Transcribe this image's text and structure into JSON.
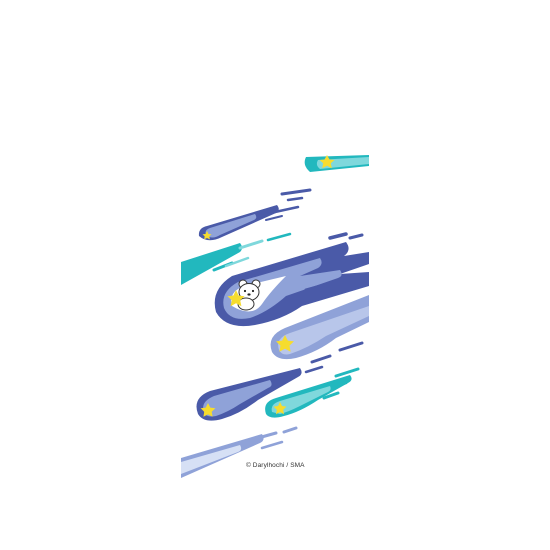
{
  "artwork": {
    "subject": "polar bear riding a comet among shooting stars",
    "icons": [
      "comet",
      "star",
      "polar-bear"
    ]
  },
  "copyright": "© Darylhochi / SMA",
  "colors": {
    "background": "#ffffff",
    "navy": "#4a5aa8",
    "periwinkle": "#8fa2d8",
    "lavender": "#b8c6ea",
    "pale_blue": "#d6e0f5",
    "teal": "#22b8be",
    "aqua": "#7fd8dc",
    "star_yellow": "#f6dc2e"
  }
}
